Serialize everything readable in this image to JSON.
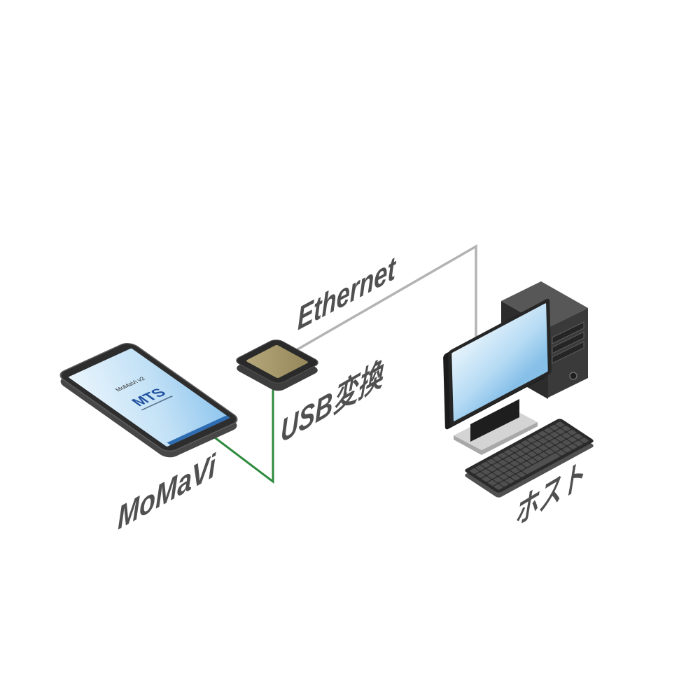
{
  "diagram": {
    "nodes": {
      "tablet": {
        "label": "MoMaVi",
        "icon": "tablet-icon",
        "screen_title": "MoMaVi v2",
        "logo": "MTS"
      },
      "usb_adapter": {
        "label": "USB変換",
        "icon": "usb-adapter-icon"
      },
      "host": {
        "label": "ホスト",
        "icon": "desktop-pc-icon"
      }
    },
    "links": {
      "tablet_to_usb_adapter": {
        "color": "#2e8b3e"
      },
      "usb_adapter_to_host": {
        "label": "Ethernet",
        "color": "#b3b3b3"
      }
    }
  },
  "colors": {
    "label_text": "#505050",
    "background": "#ffffff"
  }
}
